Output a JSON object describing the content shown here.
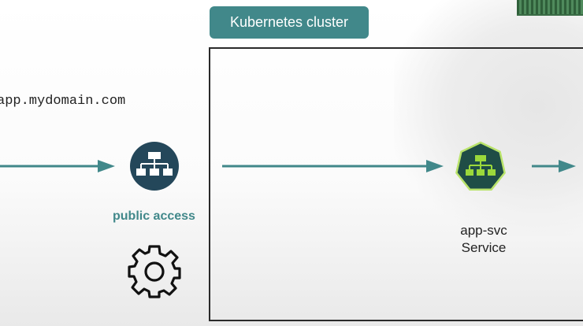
{
  "cluster": {
    "label": "Kubernetes cluster"
  },
  "ingress": {
    "domain": "app.mydomain.com",
    "label": "public access"
  },
  "service": {
    "name": "app-svc",
    "kind": "Service"
  },
  "icons": {
    "lb": "load-balancer-network-icon",
    "svc": "kubernetes-service-icon",
    "gear": "gear-icon"
  },
  "colors": {
    "teal": "#41888a",
    "lb_fill": "#24475a",
    "svc_fill": "#1f4d46",
    "svc_glyph": "#9bd83b",
    "frame": "#2a2a2a"
  }
}
